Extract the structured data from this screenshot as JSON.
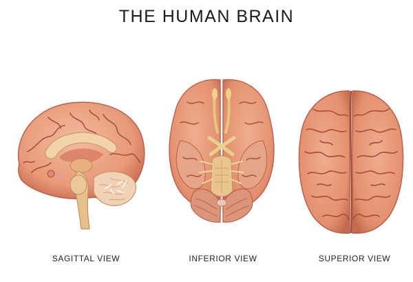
{
  "title": "THE HUMAN BRAIN",
  "views": [
    {
      "label": "SAGITTAL VIEW"
    },
    {
      "label": "INFERIOR VIEW"
    },
    {
      "label": "SUPERIOR VIEW"
    }
  ],
  "colors": {
    "tissue": "#e89a7a",
    "tissue_dark": "#c8684f",
    "sulcus": "#a9503d",
    "highlight": "#f4b99d",
    "brainstem": "#e7c08a",
    "cerebellum": "#f1d2b4"
  }
}
